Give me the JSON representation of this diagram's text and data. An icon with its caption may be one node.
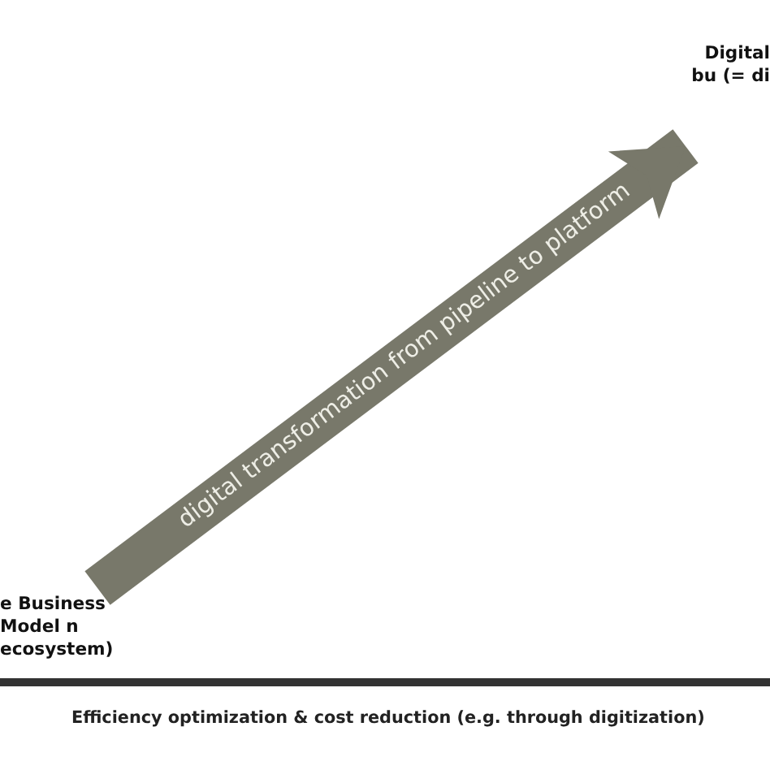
{
  "diagram": {
    "nodes": [
      {
        "text": [
          "e Business Model n ecosystem)"
        ]
      },
      {
        "text": [
          "Digital bu (= di"
        ]
      }
    ],
    "edges": [
      {
        "from": 0,
        "to": 1,
        "arrow": "to",
        "label": "digital transformation from pipeline to platform"
      }
    ],
    "labels": [
      "Efficiency optimization & cost reduction (e.g. through digitization)"
    ]
  }
}
